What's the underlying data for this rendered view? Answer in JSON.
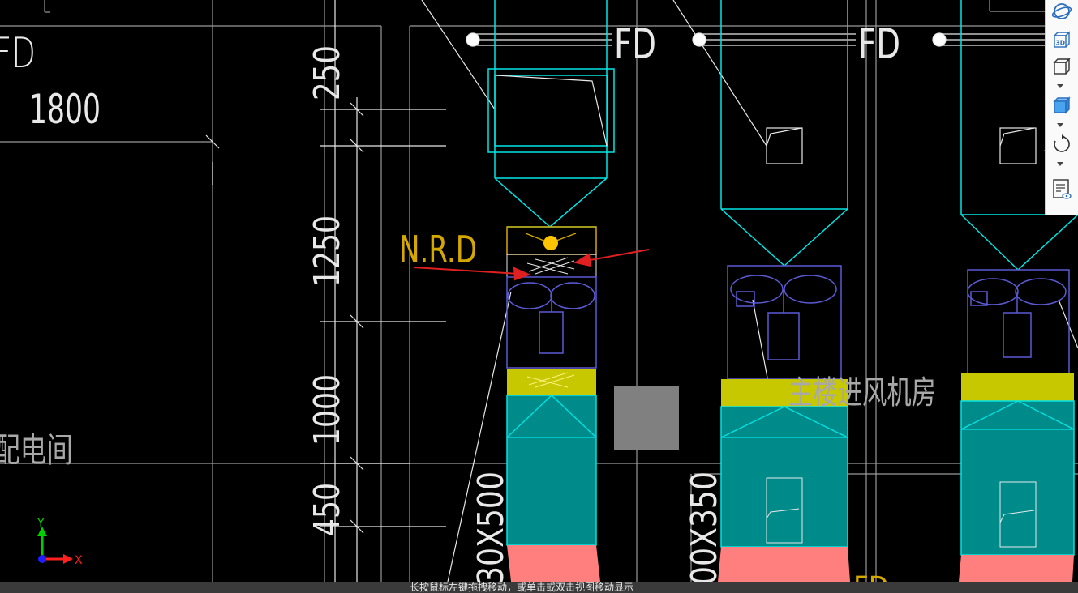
{
  "drawing": {
    "labels": {
      "fd_left": "FD",
      "fd_mid1": "FD",
      "fd_mid2": "FD",
      "fd_bottom": "FD",
      "width_1800": "1800",
      "dim_250": "250",
      "dim_1250": "1250",
      "dim_1000": "1000",
      "dim_450": "450",
      "nrd": "N.R.D",
      "room_distribution": "配电间",
      "room_fresh_air": "主楼进风机房",
      "duct_size_left": "30X500",
      "duct_size_right": "00X350"
    },
    "axes": {
      "x": "X",
      "y": "Y"
    }
  },
  "toolbar": {
    "items": [
      {
        "icon": "orbit-icon"
      },
      {
        "icon": "3d-view-icon",
        "text": "3D"
      },
      {
        "icon": "wireframe-cube-icon"
      },
      {
        "icon": "shaded-cube-icon"
      },
      {
        "icon": "rotate-icon"
      },
      {
        "icon": "properties-icon"
      }
    ]
  },
  "status": {
    "text": "长按鼠标左键拖拽移动，或单击或双击视图移动显示"
  },
  "colors": {
    "cyan": "#00e5e5",
    "teal_fill": "#008b8b",
    "yellow_fill": "#c8c800",
    "pink_fill": "#ff7f7f",
    "gold": "#d4a800",
    "blue_outline": "#5b5bd6",
    "red_arrow": "#e02020"
  }
}
